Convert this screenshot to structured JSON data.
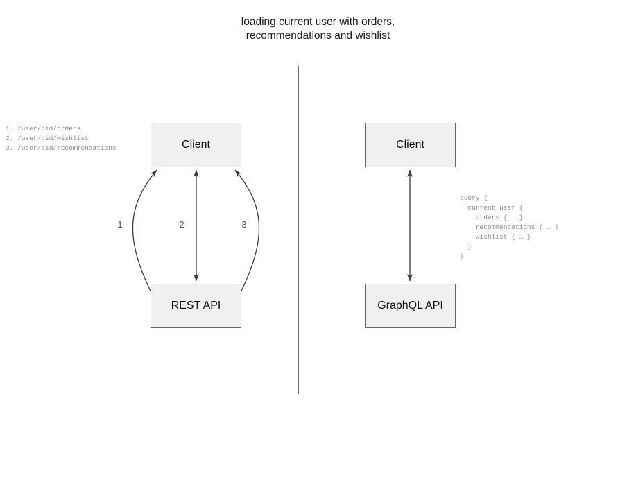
{
  "title": "loading current user with orders,\nrecommendations and wishlist",
  "divider": {
    "orientation": "vertical"
  },
  "left_panel": {
    "name": "rest-approach",
    "client_node": {
      "label": "Client"
    },
    "api_node": {
      "label": "REST API"
    },
    "routes_text": "1. /user/:id/orders\n2. /user/:id/wishlist\n3. /user/:id/recommendations",
    "routes": [
      {
        "number": "1.",
        "path": "/user/:id/orders"
      },
      {
        "number": "2.",
        "path": "/user/:id/wishlist"
      },
      {
        "number": "3.",
        "path": "/user/:id/recommendations"
      }
    ],
    "edge_labels": [
      {
        "id": "1",
        "label": "1"
      },
      {
        "id": "2",
        "label": "2"
      },
      {
        "id": "3",
        "label": "3"
      }
    ]
  },
  "right_panel": {
    "name": "graphql-approach",
    "client_node": {
      "label": "Client"
    },
    "api_node": {
      "label": "GraphQL API"
    },
    "query_text": "query {\n  current_user {\n    orders { … }\n    recommendations { … }\n    wishlist { … }\n  }\n}"
  },
  "colors": {
    "node_fill": "#f0f0f0",
    "node_border": "#666666",
    "edge_stroke": "#3c3c3c",
    "divider": "#707070",
    "title_text": "#1a1a1a",
    "mono_text": "#8a8a8a",
    "edge_label_text": "#555555"
  }
}
